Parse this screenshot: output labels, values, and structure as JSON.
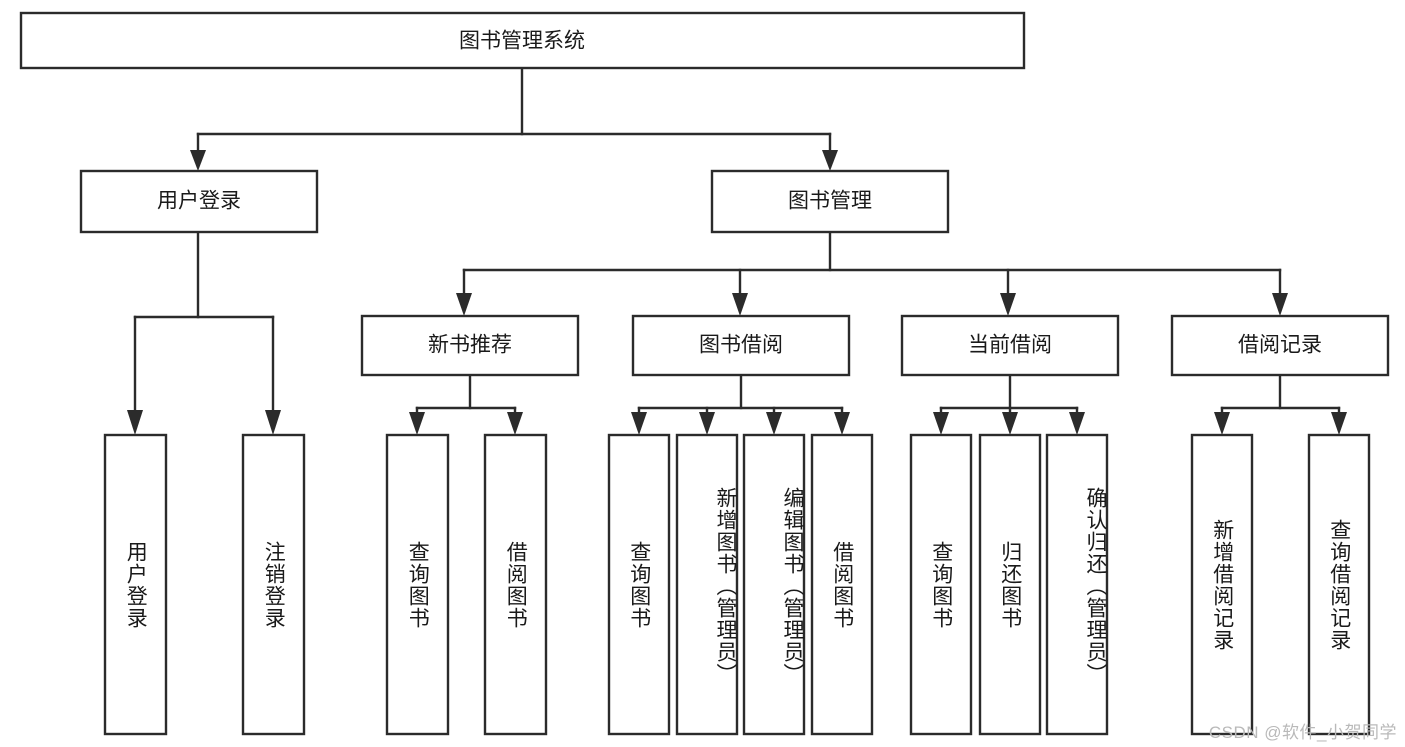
{
  "diagram": {
    "title": "图书管理系统",
    "type": "tree-hierarchy",
    "watermark": "CSDN @软件_小贺同学",
    "colors": {
      "stroke": "#2b2b2b",
      "fill": "#ffffff",
      "text": "#1a1a1a",
      "watermark": "#b9b9b9",
      "background": "#ffffff"
    },
    "nodes": {
      "root": {
        "label": "图书管理系统"
      },
      "level2": [
        {
          "id": "user-login",
          "label": "用户登录"
        },
        {
          "id": "book-manage",
          "label": "图书管理"
        }
      ],
      "level3": [
        {
          "id": "new-book-rec",
          "label": "新书推荐"
        },
        {
          "id": "book-borrow",
          "label": "图书借阅"
        },
        {
          "id": "current-borrow",
          "label": "当前借阅"
        },
        {
          "id": "borrow-record",
          "label": "借阅记录"
        }
      ],
      "leaves": {
        "user_login": [
          {
            "id": "leaf-user-login",
            "label": "用户登录"
          },
          {
            "id": "leaf-logout-login",
            "label": "注销登录"
          }
        ],
        "new_book_rec": [
          {
            "id": "leaf-query-book-1",
            "label": "查询图书"
          },
          {
            "id": "leaf-borrow-book-1",
            "label": "借阅图书"
          }
        ],
        "book_borrow": [
          {
            "id": "leaf-query-book-2",
            "label": "查询图书"
          },
          {
            "id": "leaf-add-book",
            "label": "新增图书（管理员）"
          },
          {
            "id": "leaf-edit-book",
            "label": "编辑图书（管理员）"
          },
          {
            "id": "leaf-borrow-book-2",
            "label": "借阅图书"
          }
        ],
        "current_borrow": [
          {
            "id": "leaf-query-book-3",
            "label": "查询图书"
          },
          {
            "id": "leaf-return-book",
            "label": "归还图书"
          },
          {
            "id": "leaf-confirm-return",
            "label": "确认归还（管理员）"
          }
        ],
        "borrow_record": [
          {
            "id": "leaf-add-record",
            "label": "新增借阅记录"
          },
          {
            "id": "leaf-query-record",
            "label": "查询借阅记录"
          }
        ]
      }
    }
  }
}
